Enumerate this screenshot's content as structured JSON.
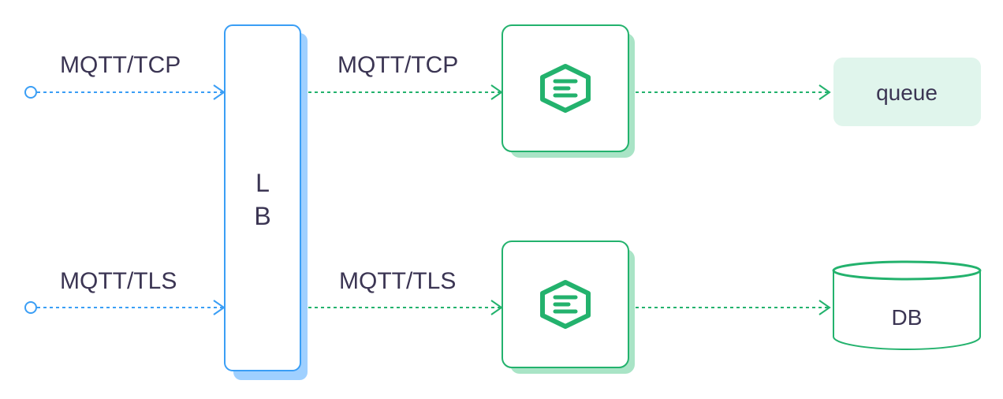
{
  "colors": {
    "client_line": "#3a9ef5",
    "server_line": "#23b26d",
    "lb_border": "#3a9ef5",
    "lb_shadow": "#9fd0ff",
    "node_border": "#23b26d",
    "node_shadow": "#a9e4c6",
    "queue_fill": "#e0f5ec",
    "text": "#3b3553"
  },
  "inputs": [
    {
      "label": "MQTT/TCP"
    },
    {
      "label": "MQTT/TLS"
    }
  ],
  "load_balancer": {
    "line1": "L",
    "line2": "B"
  },
  "routes": [
    {
      "label": "MQTT/TCP",
      "node_icon": "emqx-logo-icon"
    },
    {
      "label": "MQTT/TLS",
      "node_icon": "emqx-logo-icon"
    }
  ],
  "outputs": {
    "queue_label": "queue",
    "db_label": "DB"
  }
}
